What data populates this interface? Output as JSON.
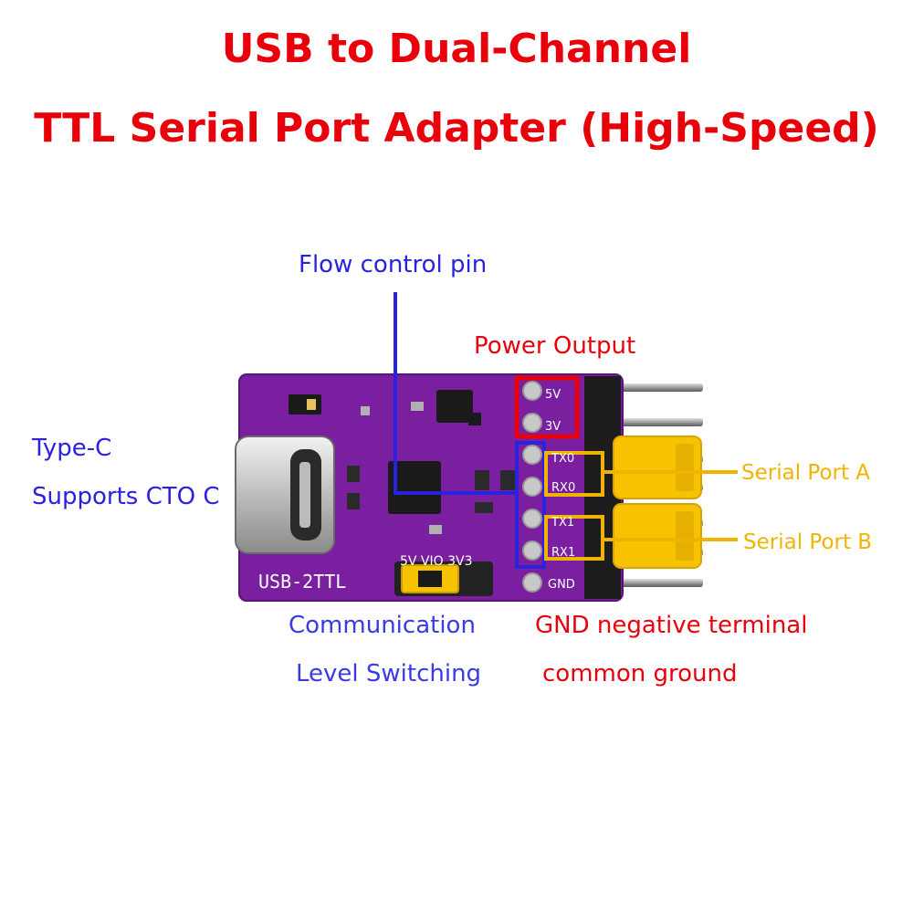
{
  "title": {
    "line1": "USB to Dual-Channel",
    "line2": "TTL Serial Port Adapter (High-Speed)"
  },
  "callouts": {
    "flow_control": "Flow control pin",
    "power_output": "Power Output",
    "type_c": "Type-C",
    "supports": "Supports CTO C",
    "serial_a": "Serial Port A",
    "serial_b": "Serial Port B",
    "comm_line1": "Communication",
    "comm_line2": "Level Switching",
    "gnd_line1": "GND negative terminal",
    "gnd_line2": "common ground"
  },
  "board": {
    "silkscreen": "USB-2TTL",
    "jumper_labels": "5V VIO 3V3",
    "pins": [
      "5V",
      "3V",
      "TX0",
      "RX0",
      "TX1",
      "RX1",
      "GND"
    ]
  },
  "colors": {
    "title_red": "#e8000a",
    "callout_blue": "#2b22e0",
    "callout_orange": "#f0b400",
    "pcb_purple": "#7a1fa0",
    "jumper_yellow": "#f7c200"
  }
}
